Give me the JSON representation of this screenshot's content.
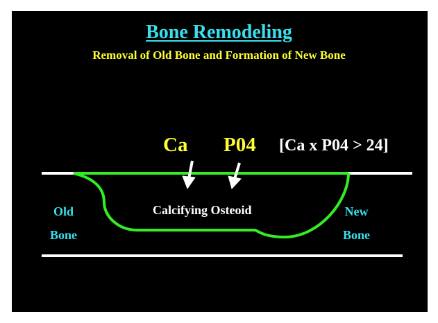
{
  "slide": {
    "title": "Bone Remodeling",
    "subtitle": "Removal of Old Bone and Formation of New Bone"
  },
  "labels": {
    "ca": "Ca",
    "p04": "P04",
    "equation": "[Ca x P04 > 24]",
    "old_bone_line1": "Old",
    "old_bone_line2": "Bone",
    "new_bone_line1": "New",
    "new_bone_line2": "Bone",
    "calcifying": "Calcifying Osteoid"
  },
  "colors": {
    "background": "#000000",
    "title": "#38e0ee",
    "yellow": "#ffff33",
    "green": "#33ee22",
    "white": "#ffffff"
  }
}
